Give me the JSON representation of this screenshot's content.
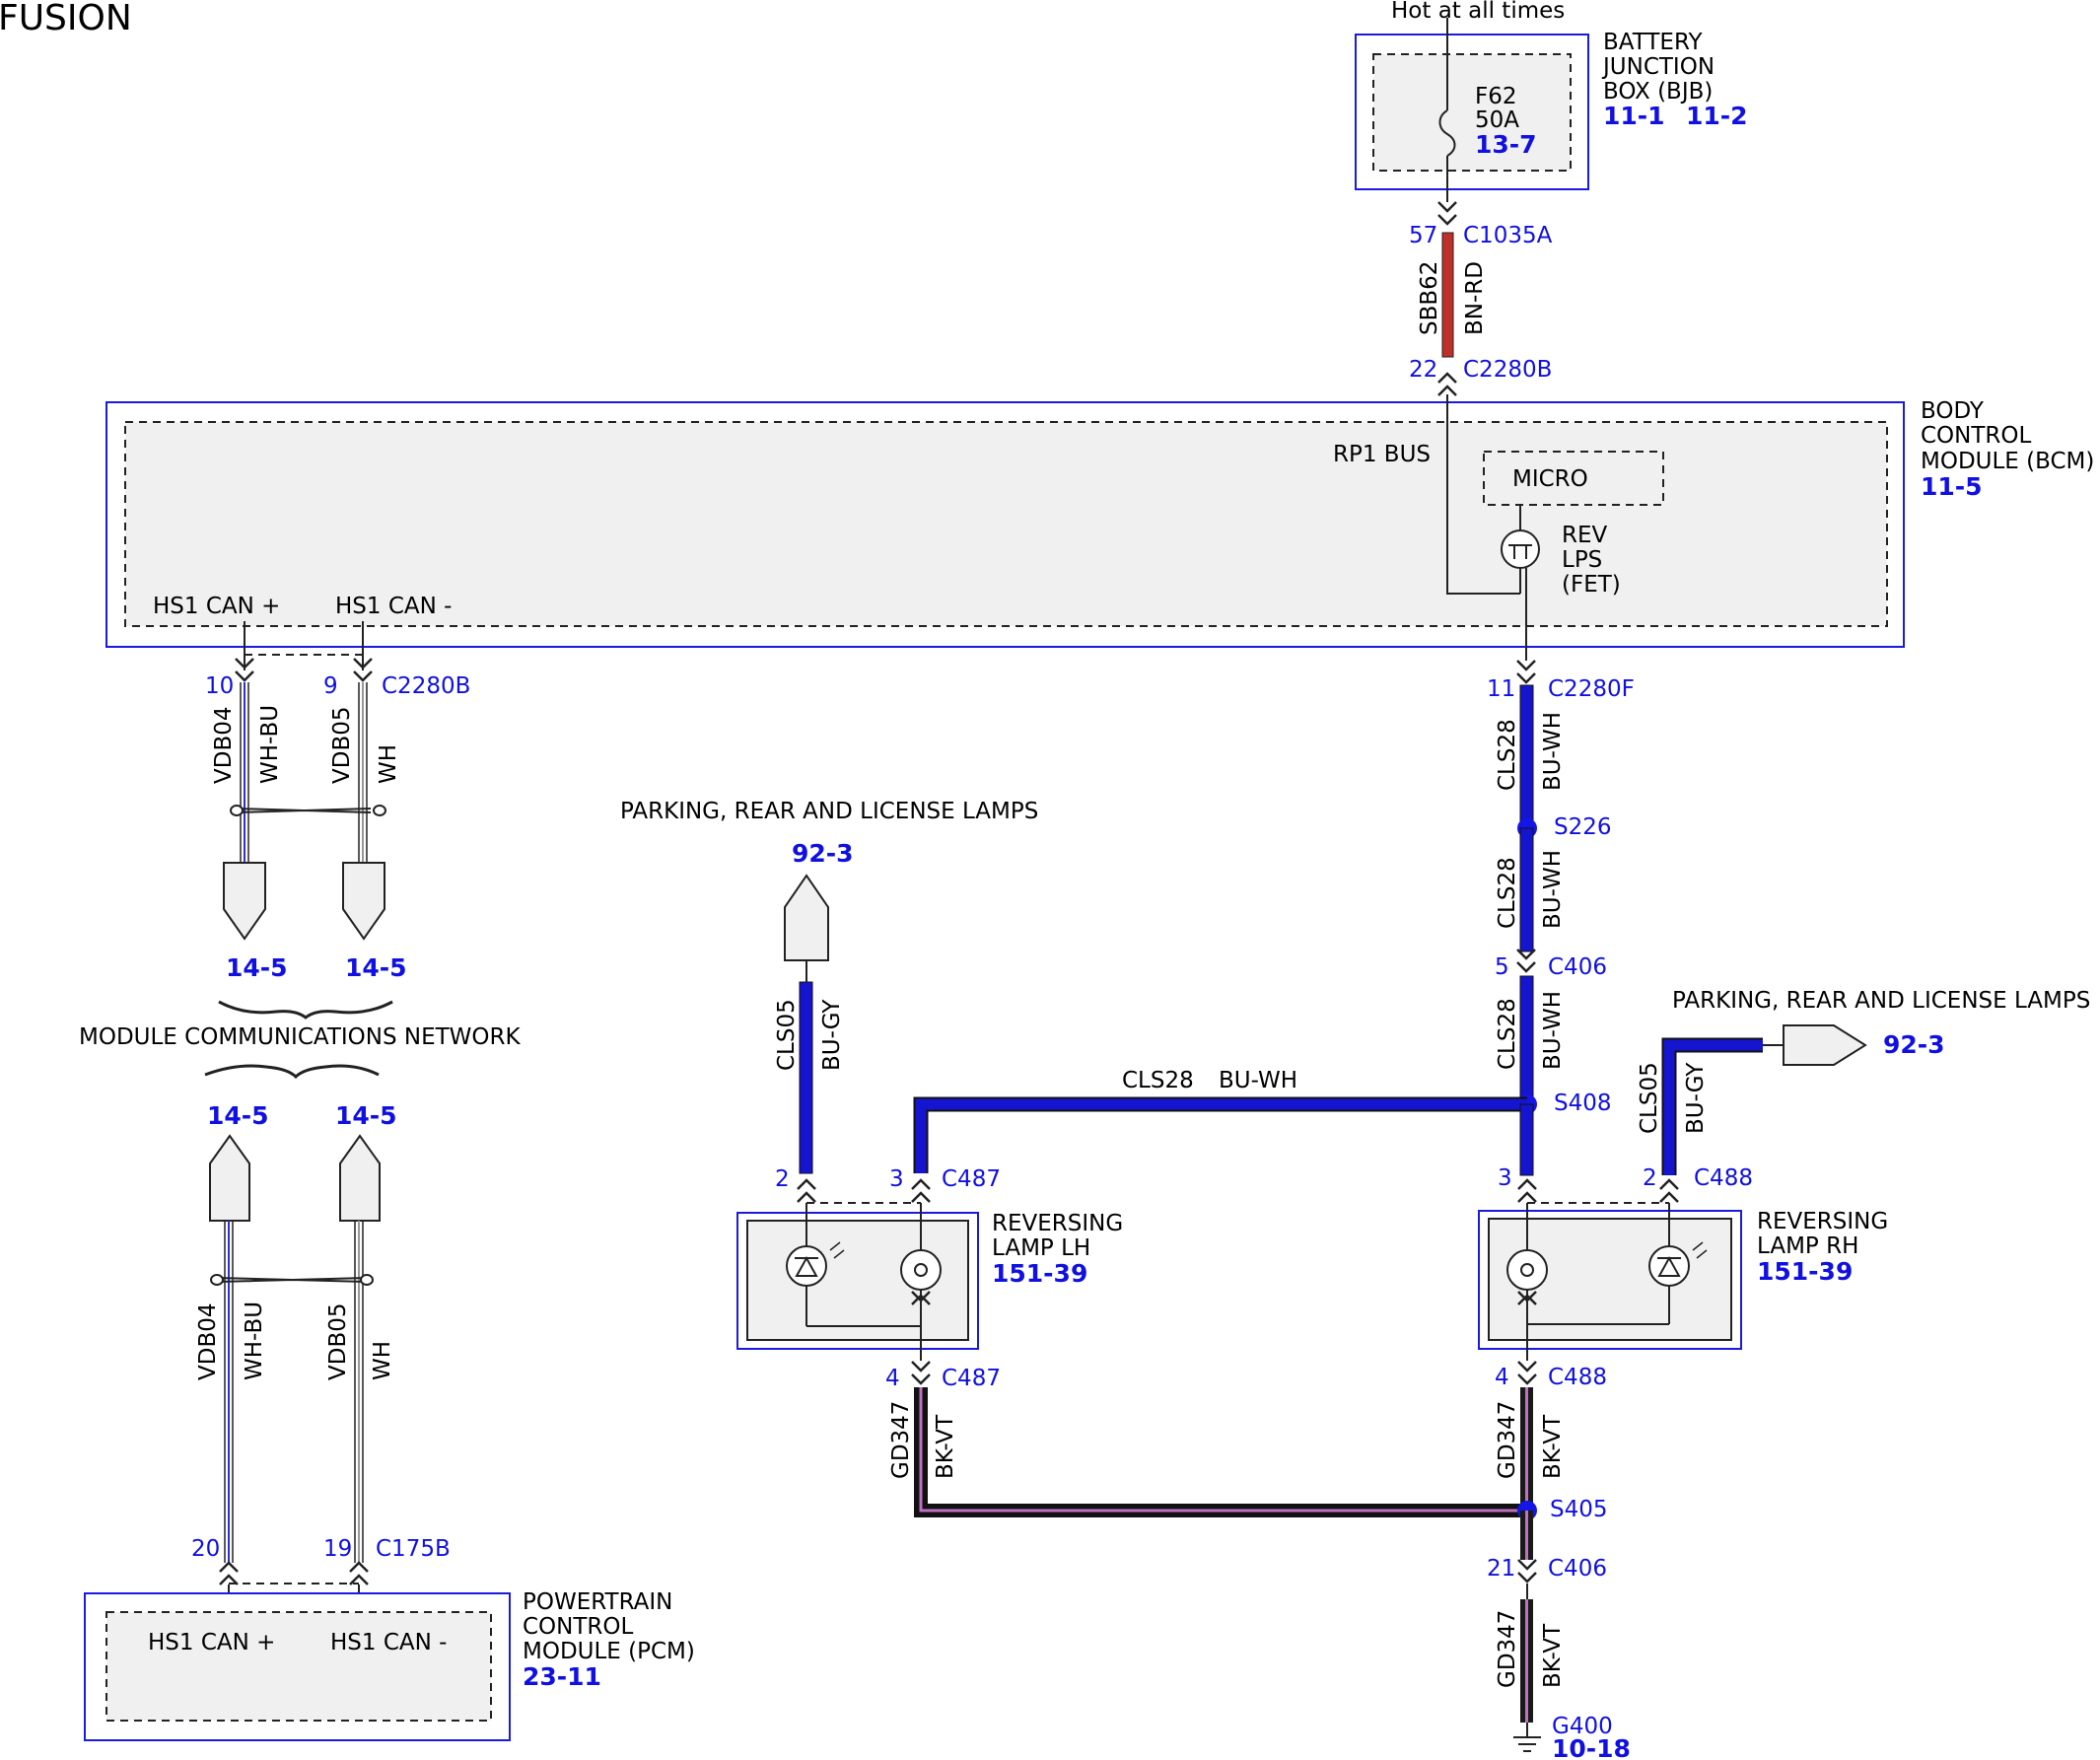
{
  "page_title": "FUSION",
  "power_note": "Hot at all times",
  "bjb": {
    "name_lines": [
      "BATTERY",
      "JUNCTION",
      "BOX (BJB)"
    ],
    "refs": [
      "11-1",
      "11-2"
    ],
    "fuse": {
      "id": "F62",
      "rating": "50A",
      "ref": "13-7"
    }
  },
  "bcm": {
    "name_lines": [
      "BODY",
      "CONTROL",
      "MODULE (BCM)"
    ],
    "ref": "11-5",
    "rp1_bus": "RP1 BUS",
    "micro": "MICRO",
    "fet_lines": [
      "REV",
      "LPS",
      "(FET)"
    ],
    "can_plus": "HS1 CAN +",
    "can_minus": "HS1 CAN -"
  },
  "pcm": {
    "name_lines": [
      "POWERTRAIN",
      "CONTROL",
      "MODULE (PCM)"
    ],
    "ref": "23-11",
    "can_plus": "HS1 CAN +",
    "can_minus": "HS1 CAN -"
  },
  "connectors": {
    "c1035a": {
      "pin": "57",
      "name": "C1035A"
    },
    "c2280b_top": {
      "pin": "22",
      "name": "C2280B"
    },
    "c2280b_can": {
      "pin_a": "10",
      "pin_b": "9",
      "name": "C2280B"
    },
    "c2280f": {
      "pin": "11",
      "name": "C2280F"
    },
    "c406_top": {
      "pin": "5",
      "name": "C406"
    },
    "c487_in": {
      "pin_a": "2",
      "pin_b": "3",
      "name": "C487"
    },
    "c487_gnd": {
      "pin": "4",
      "name": "C487"
    },
    "c488_in": {
      "pin_a": "3",
      "pin_b": "2",
      "name": "C488"
    },
    "c488_gnd": {
      "pin": "4",
      "name": "C488"
    },
    "c406_bottom": {
      "pin": "21",
      "name": "C406"
    },
    "c175b": {
      "pin_a": "20",
      "pin_b": "19",
      "name": "C175B"
    }
  },
  "splices": {
    "s226": "S226",
    "s408": "S408",
    "s405": "S405"
  },
  "ground": {
    "name": "G400",
    "ref": "10-18"
  },
  "wires": {
    "sbb62": {
      "circuit": "SBB62",
      "color": "BN-RD",
      "hex": "#c0302a"
    },
    "cls28": {
      "circuit": "CLS28",
      "color": "BU-WH",
      "hex": "#1515d0"
    },
    "cls05": {
      "circuit": "CLS05",
      "color": "BU-GY",
      "hex": "#1515d0"
    },
    "gd347": {
      "circuit": "GD347",
      "color": "BK-VT",
      "hex": "#1a1a1a"
    },
    "vdb04": {
      "circuit": "VDB04",
      "color": "WH-BU",
      "hex": "#3030d0"
    },
    "vdb05": {
      "circuit": "VDB05",
      "color": "WH",
      "hex": "#707070"
    }
  },
  "network": {
    "label": "MODULE COMMUNICATIONS NETWORK",
    "refs_top": [
      "14-5",
      "14-5"
    ],
    "refs_bottom": [
      "14-5",
      "14-5"
    ]
  },
  "parking_lamps": {
    "left": {
      "label": "PARKING, REAR AND LICENSE LAMPS",
      "ref": "92-3"
    },
    "right": {
      "label": "PARKING, REAR AND LICENSE LAMPS",
      "ref": "92-3"
    }
  },
  "reversing_lh": {
    "name_lines": [
      "REVERSING",
      "LAMP LH"
    ],
    "ref": "151-39"
  },
  "reversing_rh": {
    "name_lines": [
      "REVERSING",
      "LAMP RH"
    ],
    "ref": "151-39"
  },
  "colors": {
    "module_outline": "#1a1ae0",
    "module_fill": "#f0f0f0",
    "ref_text": "#1010e0"
  }
}
